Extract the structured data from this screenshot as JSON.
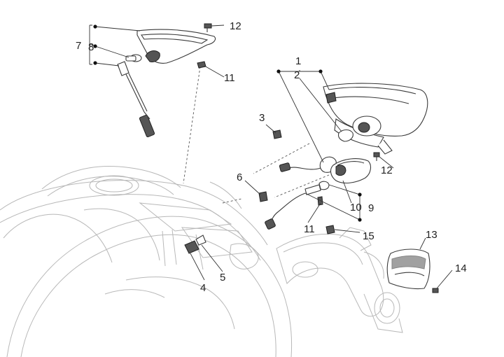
{
  "callouts": [
    "1",
    "2",
    "3",
    "4",
    "5",
    "6",
    "7",
    "8",
    "9",
    "10",
    "11",
    "11",
    "12",
    "12",
    "13",
    "14",
    "15"
  ]
}
